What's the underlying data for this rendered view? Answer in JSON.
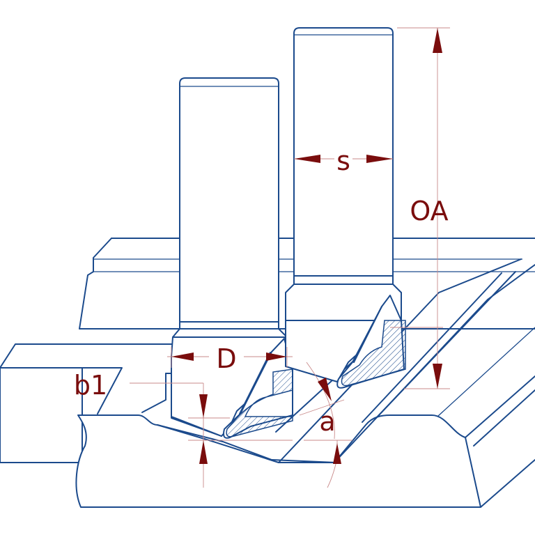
{
  "diagram": {
    "labels": {
      "s": "s",
      "oa": "OA",
      "d": "D",
      "b1": "b1",
      "a": "a"
    },
    "colors": {
      "line": "#1b4a8c",
      "dimension_text": "#7a0d0d",
      "dimension_line": "#c98a8a",
      "background": "#ffffff"
    }
  }
}
